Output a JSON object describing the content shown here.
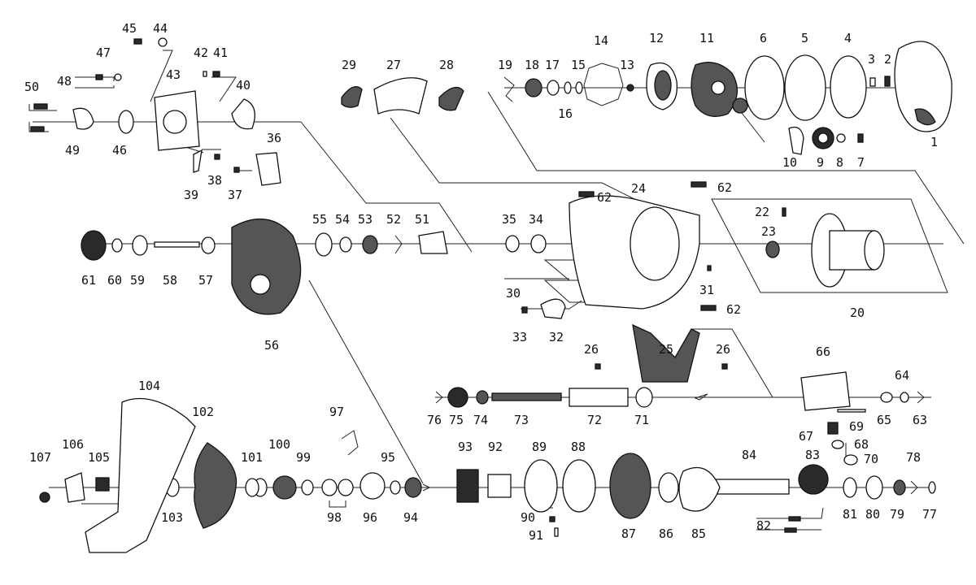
{
  "labels": {
    "p1": "1",
    "p2": "2",
    "p3": "3",
    "p4": "4",
    "p5": "5",
    "p6": "6",
    "p7": "7",
    "p8": "8",
    "p9": "9",
    "p10": "10",
    "p11": "11",
    "p12": "12",
    "p13": "13",
    "p14": "14",
    "p15": "15",
    "p16": "16",
    "p17": "17",
    "p18": "18",
    "p19": "19",
    "p20": "20",
    "p22": "22",
    "p23": "23",
    "p24": "24",
    "p25": "25",
    "p26a": "26",
    "p26b": "26",
    "p27": "27",
    "p28": "28",
    "p29": "29",
    "p30": "30",
    "p31": "31",
    "p32": "32",
    "p33": "33",
    "p34": "34",
    "p35": "35",
    "p36": "36",
    "p37": "37",
    "p38": "38",
    "p39": "39",
    "p40": "40",
    "p41": "41",
    "p42": "42",
    "p43": "43",
    "p44": "44",
    "p45": "45",
    "p46": "46",
    "p47": "47",
    "p48": "48",
    "p49": "49",
    "p50": "50",
    "p51": "51",
    "p52": "52",
    "p53": "53",
    "p54": "54",
    "p55": "55",
    "p56": "56",
    "p57": "57",
    "p58": "58",
    "p59": "59",
    "p60": "60",
    "p61": "61",
    "p62a": "62",
    "p62b": "62",
    "p62c": "62",
    "p63": "63",
    "p64": "64",
    "p65": "65",
    "p66": "66",
    "p67": "67",
    "p68": "68",
    "p69": "69",
    "p70": "70",
    "p71": "71",
    "p72": "72",
    "p73": "73",
    "p74": "74",
    "p75": "75",
    "p76": "76",
    "p77": "77",
    "p78": "78",
    "p79": "79",
    "p80": "80",
    "p81": "81",
    "p82": "82",
    "p83": "83",
    "p84": "84",
    "p85": "85",
    "p86": "86",
    "p87": "87",
    "p88": "88",
    "p89": "89",
    "p90": "90",
    "p91": "91",
    "p92": "92",
    "p93": "93",
    "p94": "94",
    "p95": "95",
    "p96": "96",
    "p97": "97",
    "p98": "98",
    "p99": "99",
    "p100": "100",
    "p101": "101",
    "p102": "102",
    "p103": "103",
    "p104": "104",
    "p105": "105",
    "p106": "106",
    "p107": "107"
  }
}
